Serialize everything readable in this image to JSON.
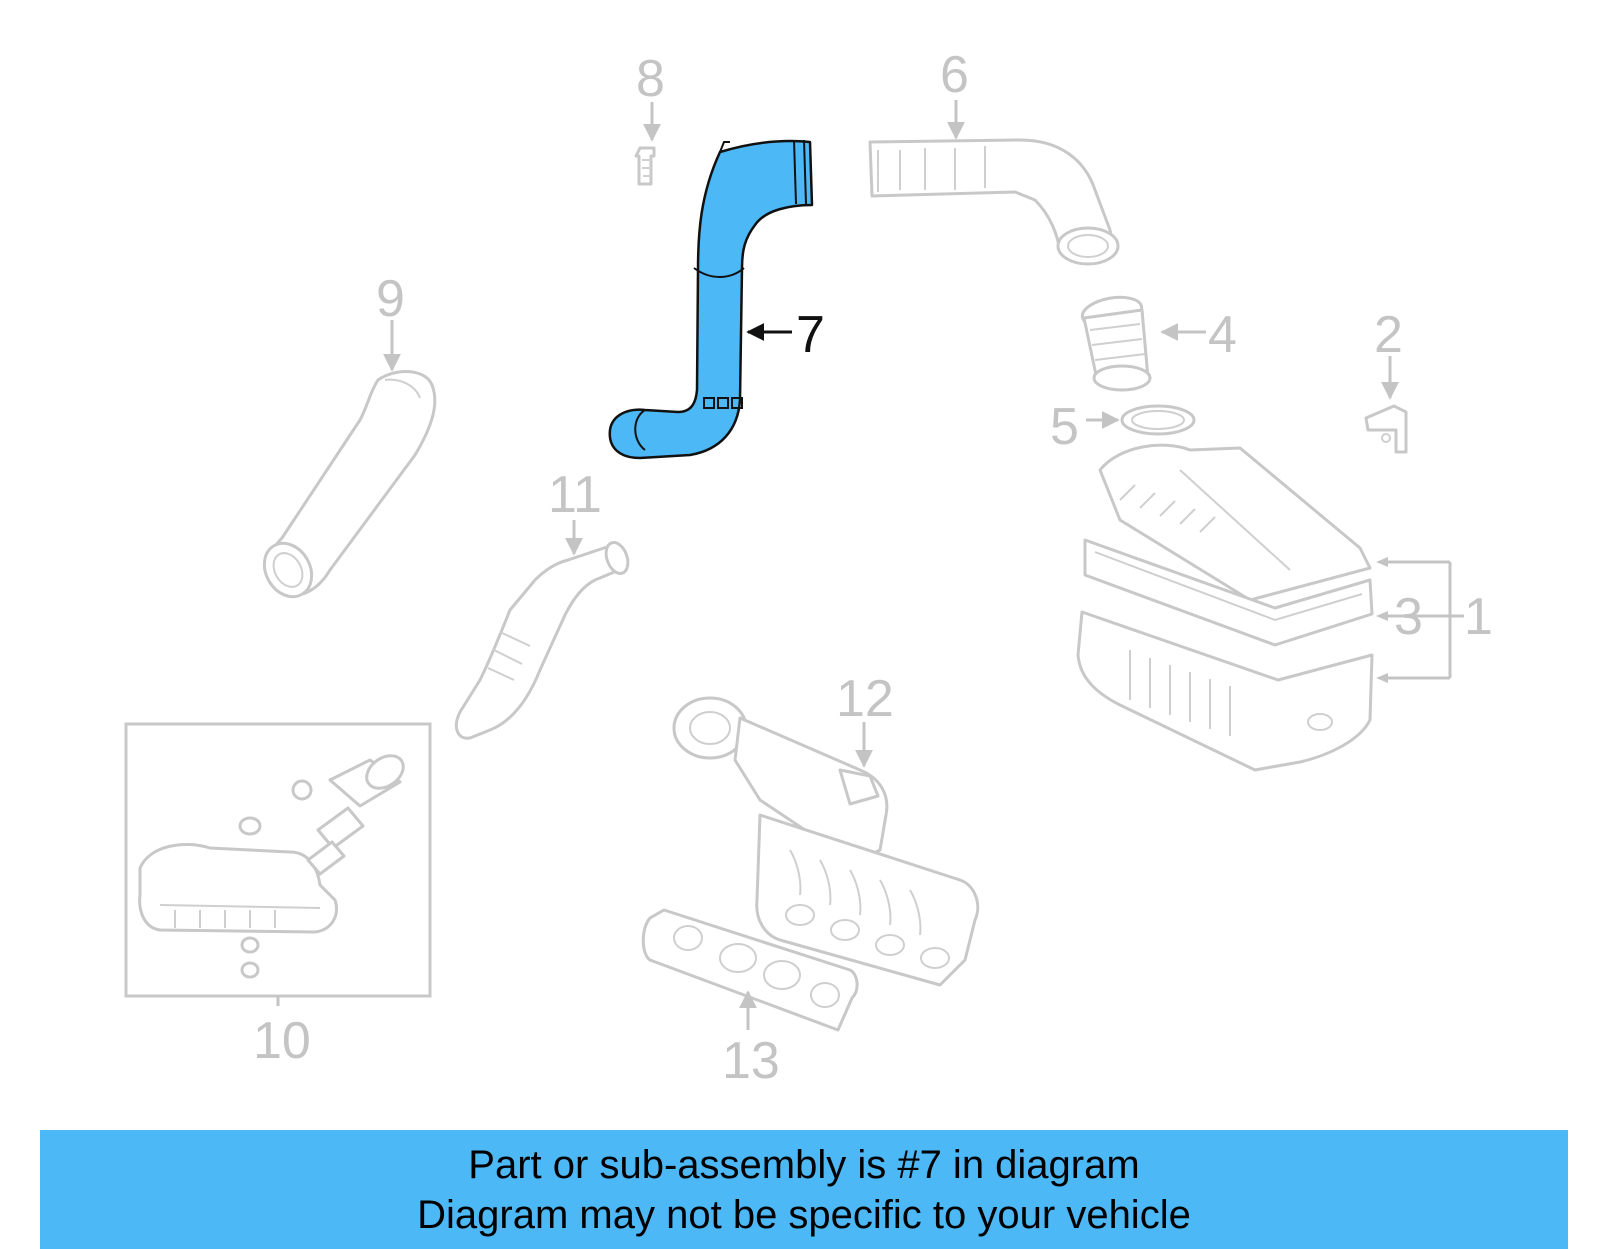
{
  "callouts": {
    "c1": "1",
    "c2": "2",
    "c3": "3",
    "c4": "4",
    "c5": "5",
    "c6": "6",
    "c7": "7",
    "c8": "8",
    "c9": "9",
    "c10": "10",
    "c11": "11",
    "c12": "12",
    "c13": "13"
  },
  "highlight": {
    "callout": "7",
    "color": "#4cb8f5"
  },
  "banner": {
    "line1": "Part or sub-assembly is #7 in diagram",
    "line2": "Diagram may not be specific to your vehicle",
    "color": "#4cb8f5"
  }
}
